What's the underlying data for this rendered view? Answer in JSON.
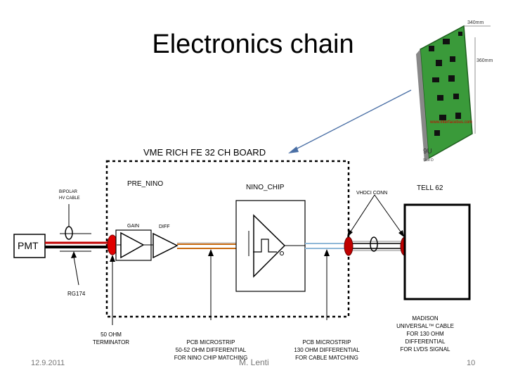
{
  "title": "Electronics chain",
  "board_caption": "VME RICH FE 32 CH BOARD",
  "labels": {
    "pre_nino": "PRE_NINO",
    "nino_chip": "NINO_CHIP",
    "vhdci_conn": "VHDCI CONN",
    "tell62": "TELL 62",
    "bipolar_hv_cable": [
      "BIPOLAR",
      "HV CABLE"
    ],
    "gain": "GAIN",
    "diff": "DIFF",
    "pmt": "PMT",
    "rg174": "RG174",
    "terminator": [
      "50 OHM",
      "TERMINATOR"
    ],
    "pcb_microstrip_nino": [
      "PCB MICROSTRIP",
      "50-52 OHM DIFFERENTIAL",
      "FOR NINO CHIP MATCHING"
    ],
    "pcb_microstrip_cable": [
      "PCB MICROSTRIP",
      "130 OHM DIFFERENTIAL",
      "FOR CABLE MATCHING"
    ],
    "madison_cable": [
      "MADISON",
      "UNIVERSAL™ CABLE",
      "FOR 130 OHM",
      "DIFFERENTIAL",
      "FOR LVDS SIGNAL"
    ]
  },
  "footer": {
    "date": "12.9.2011",
    "author": "M. Lenti",
    "page": "10"
  },
  "photo": {
    "dim_width": "340mm",
    "dim_height": "360mm",
    "website": "www.interfacebus.com",
    "form_factor": "9U",
    "form_sub": "Size D"
  }
}
